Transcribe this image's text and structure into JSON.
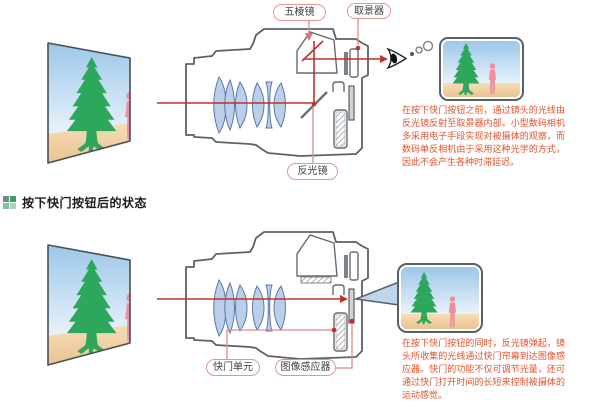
{
  "heading": {
    "text": "按下快门按钮后的状态"
  },
  "labels": {
    "pentaprism": "五棱镜",
    "viewfinder": "取景器",
    "reflex_mirror": "反光镜",
    "shutter_unit": "快门单元",
    "image_sensor": "图像感应器"
  },
  "paragraphs": {
    "before": "在按下快门按钮之前，通过镜头的光线由反光镜反射至取景器内部。小型数码相机多采用电子手段实现对被摄体的观察，而数码单反相机由于采用这种光学的方式，因此不会产生各种时滞延迟。",
    "after": "在按下快门按钮的同时，反光镜弹起，镜头所收集的光线通过快门帘幕到达图像感应器。快门的功能不仅可调节光量，还可通过快门打开时间的长短来控制被摄体的运动感觉。"
  },
  "icons": {
    "heading_marker": "green-squares-icon",
    "eye": "eye-icon",
    "light_path": "red-arrow-lines",
    "speech_bubble": "speech-bubble"
  },
  "colors": {
    "text_red": "#e4512d",
    "light_path_red": "#c4302b",
    "label_border_pink": "#e59494",
    "tree_green": "#2ca75c",
    "person_pink": "#ef8f9e",
    "sky_blue": "#9cc7e9",
    "sand_tan": "#f0cd9e",
    "bubble_blue": "#bdd6ec",
    "icon_green_1": "#6b8f7e",
    "icon_green_2": "#35a263",
    "icon_green_3": "#7bc598",
    "icon_green_4": "#a5d6bb"
  }
}
